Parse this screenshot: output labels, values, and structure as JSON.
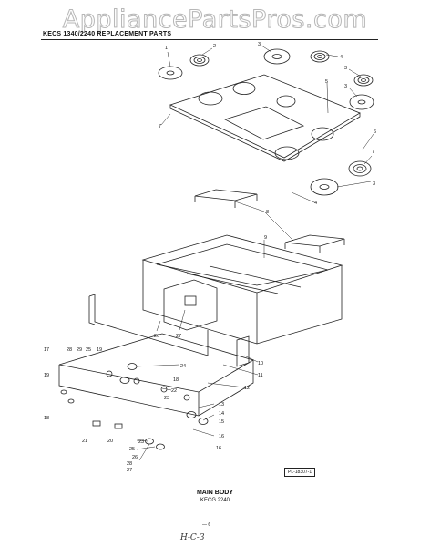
{
  "watermark": "AppliancePartsPros.com",
  "header": {
    "title": "KECS 1340/2240 REPLACEMENT PARTS"
  },
  "plate_label": "PL-18307-1",
  "caption": {
    "title": "MAIN BODY",
    "model": "KECG 2240"
  },
  "page_number": "— 6",
  "signature": "H-C-3",
  "callouts": {
    "c1": "1",
    "c2": "2",
    "c3": "3",
    "c4": "4",
    "c5": "5",
    "c6": "6",
    "c7": "7",
    "c8": "8",
    "c9": "9",
    "c10": "10",
    "c11": "11",
    "c12": "12",
    "c13": "13",
    "c14": "14",
    "c15": "15",
    "c16": "16",
    "c17": "17",
    "c18": "18",
    "c19": "19",
    "c20": "20",
    "c21": "21",
    "c22": "22",
    "c23": "23",
    "c24": "24",
    "c25": "25",
    "c26": "26",
    "c27": "27",
    "c28": "28",
    "c29": "29"
  }
}
